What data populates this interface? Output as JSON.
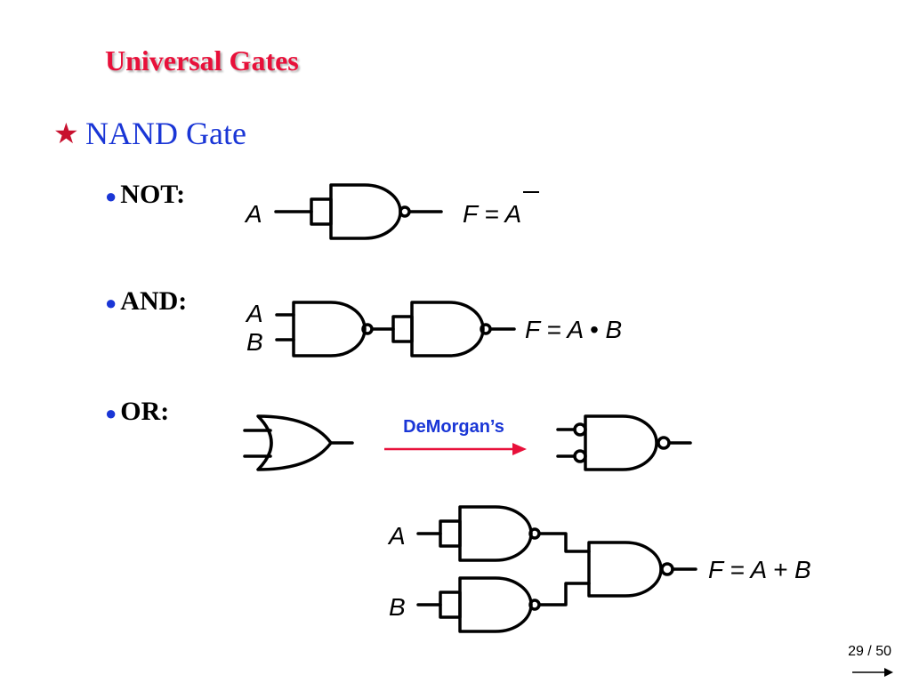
{
  "slide": {
    "title": "Universal Gates",
    "heading": "NAND Gate",
    "heading_icon": "star-icon",
    "bullets": [
      {
        "label": "NOT:"
      },
      {
        "label": "AND:"
      },
      {
        "label": "OR:"
      }
    ]
  },
  "not_circuit": {
    "input": "A",
    "output": "F = A",
    "overbar": true
  },
  "and_circuit": {
    "input_a": "A",
    "input_b": "B",
    "output": "F = A • B"
  },
  "or_circuit": {
    "transform_label": "DeMorgan’s",
    "input_a": "A",
    "input_b": "B",
    "output": "F = A + B"
  },
  "footer": {
    "page": "29 / 50"
  },
  "colors": {
    "title": "#e8103a",
    "heading": "#1a36d6",
    "arrow": "#e8103a",
    "wire": "#000000"
  }
}
